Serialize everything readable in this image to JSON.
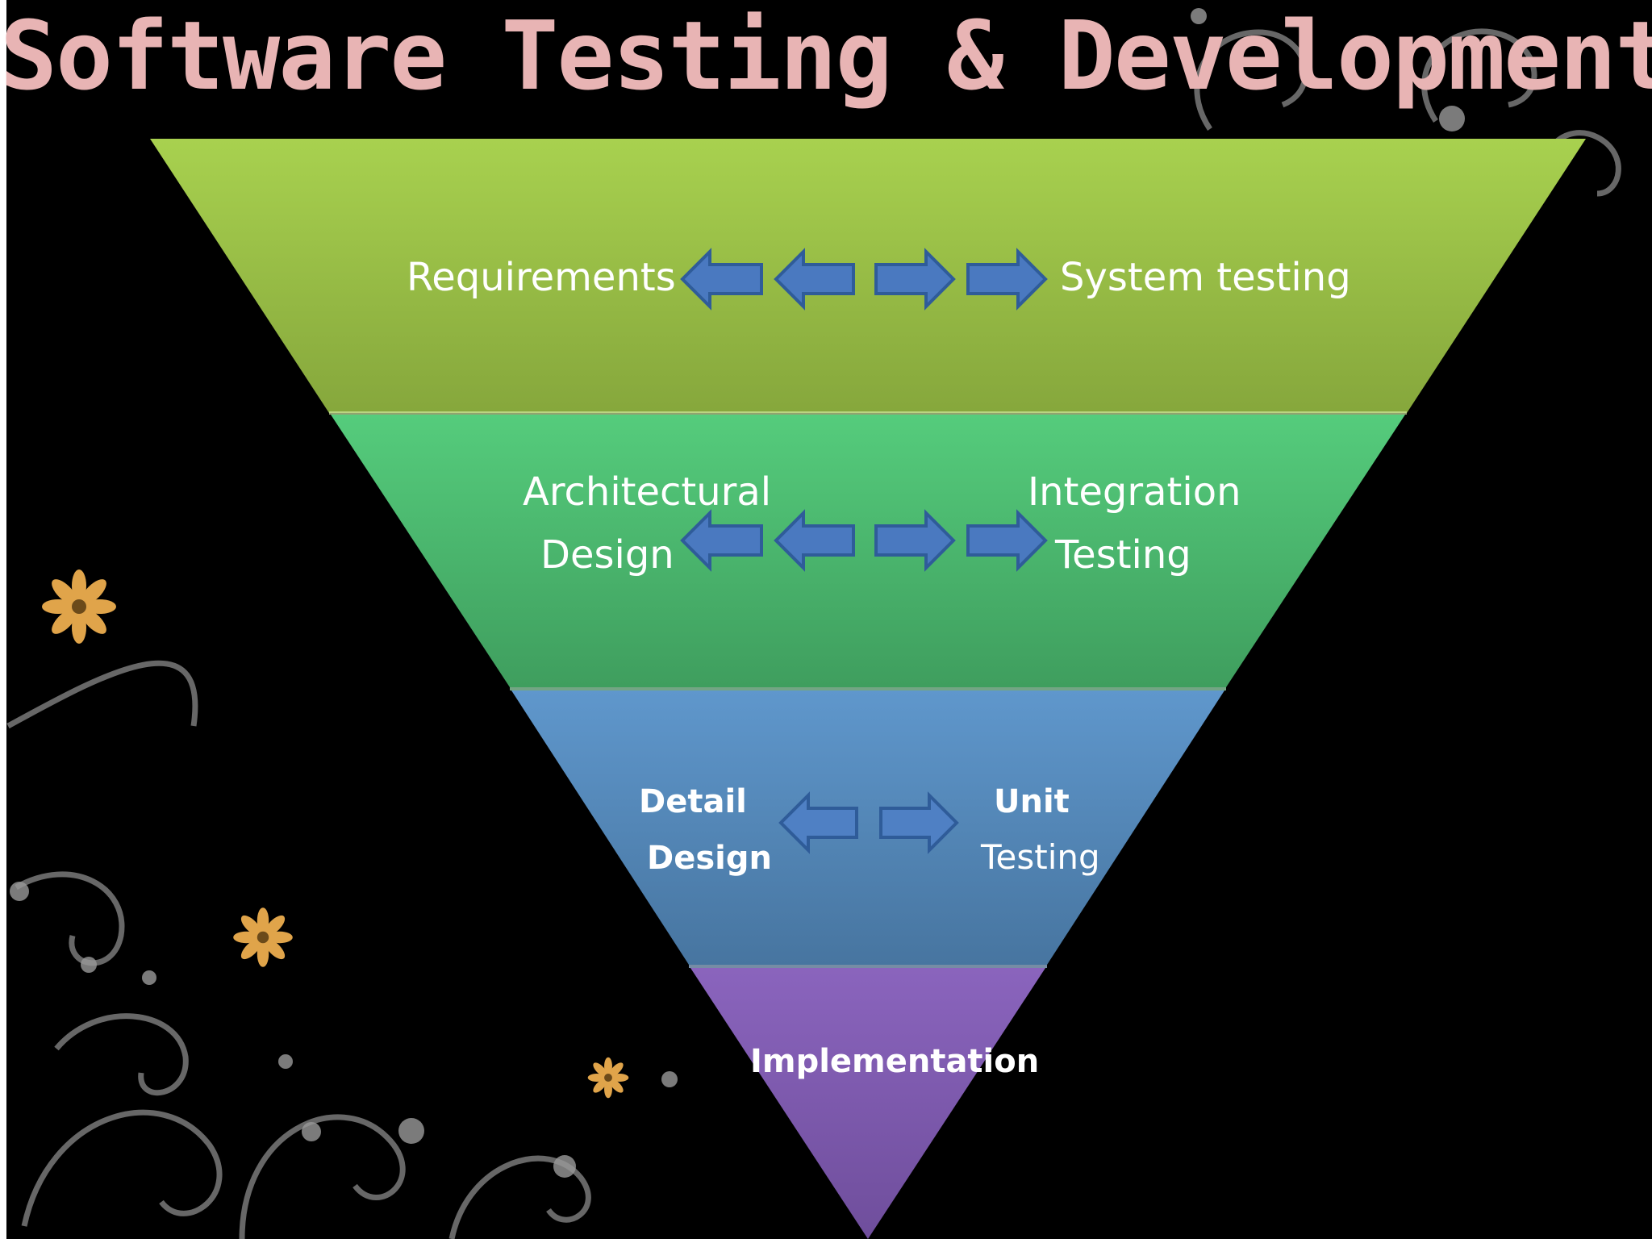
{
  "title": "Software Testing & Development Life",
  "levels": [
    {
      "left_label": "Requirements",
      "right_label": "System testing",
      "color_top": "#a8d14f",
      "color_bottom": "#86a73c"
    },
    {
      "left_label_line1": "Architectural",
      "left_label_line2": "Design",
      "right_label_line1": "Integration",
      "right_label_line2": "Testing",
      "color_top": "#55cc7c",
      "color_bottom": "#3f9e5e"
    },
    {
      "left_label_line1": "Detail",
      "left_label_line2": "Design",
      "right_label_line1": "Unit",
      "right_label_line2": "Testing",
      "color_top": "#5f97cc",
      "color_bottom": "#4775a0"
    },
    {
      "center_label": "Implementation",
      "color_top": "#8a64bd",
      "color_bottom": "#6f4e9c"
    }
  ],
  "arrow_color": "#4a79c0",
  "title_color": "#e8b4b4",
  "decorations": [
    "swirl-ornament",
    "flower-ornament"
  ]
}
